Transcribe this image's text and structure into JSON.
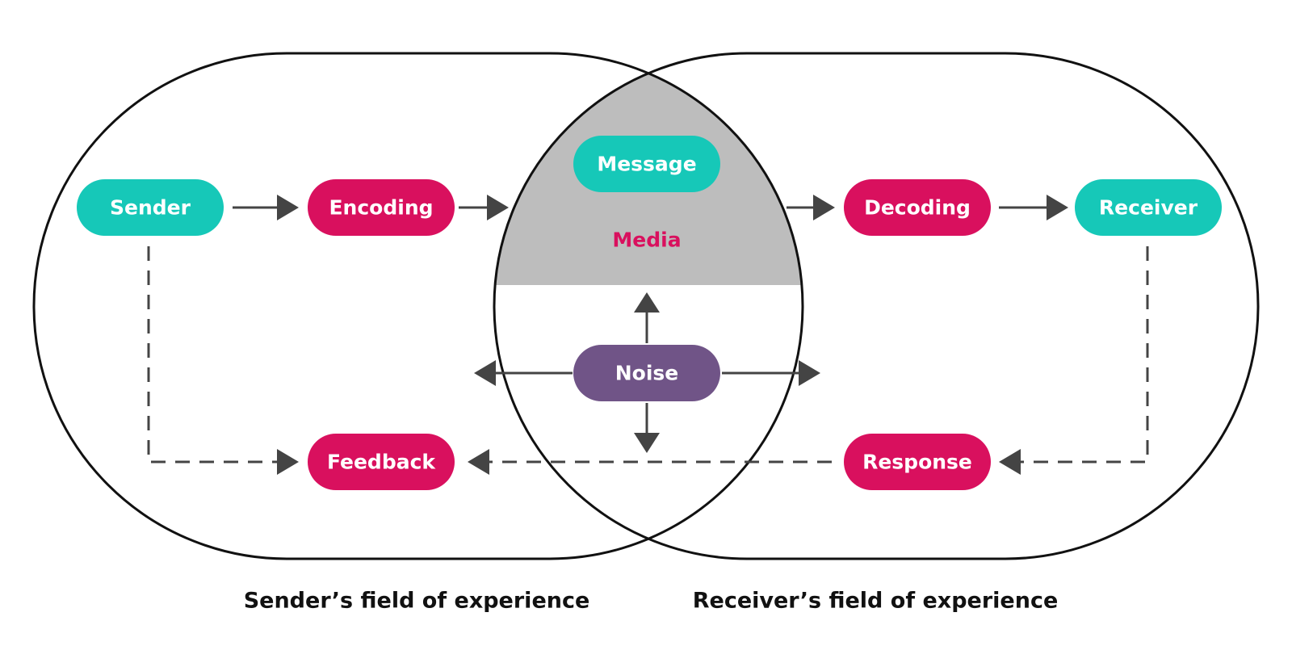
{
  "colors": {
    "teal": "#16C8B8",
    "crimson": "#D9105E",
    "purple": "#705487",
    "media_fill": "#BDBDBD",
    "arrow": "#444444",
    "outline": "#111111",
    "text_on_node": "#FFFFFF"
  },
  "nodes": {
    "sender": "Sender",
    "encoding": "Encoding",
    "message": "Message",
    "decoding": "Decoding",
    "receiver": "Receiver",
    "noise": "Noise",
    "feedback": "Feedback",
    "response": "Response"
  },
  "media_label": "Media",
  "captions": {
    "sender_field": "Sender’s field of experience",
    "receiver_field": "Receiver’s field of experience"
  }
}
